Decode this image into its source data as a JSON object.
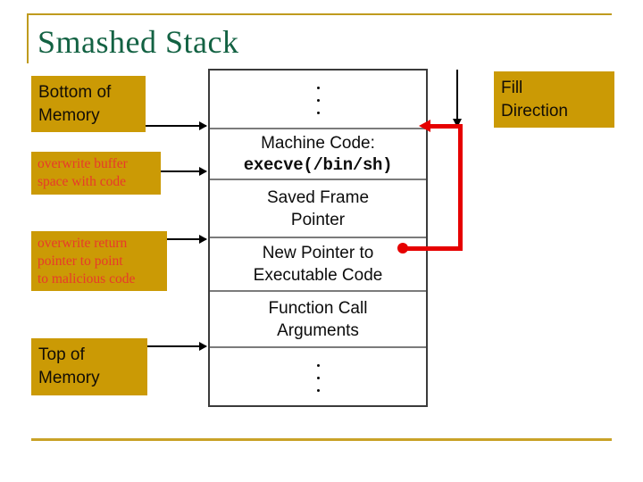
{
  "slide": {
    "title": "Smashed Stack",
    "accent_gold": "#cb9a05",
    "accent_rule": "#bf9b1e",
    "title_color": "#136243",
    "red_text_color": "#e8392b",
    "red_arrow_color": "#e60000"
  },
  "callouts": {
    "bottom_of_memory": {
      "lines": [
        "Bottom of",
        "Memory"
      ]
    },
    "overwrite_buffer": {
      "lines": [
        "overwrite buffer",
        "space with code"
      ]
    },
    "overwrite_return": {
      "lines": [
        "overwrite return",
        "pointer to point",
        "to malicious code"
      ]
    },
    "top_of_memory": {
      "lines": [
        "Top of",
        "Memory"
      ]
    },
    "fill_direction": {
      "lines": [
        "Fill",
        "Direction"
      ]
    }
  },
  "stack": {
    "rows": [
      {
        "id": "dots-top",
        "type": "dots",
        "lines": []
      },
      {
        "id": "machine-code",
        "type": "text",
        "lines": [
          "Machine Code:"
        ],
        "mono_line": "execve(/bin/sh)"
      },
      {
        "id": "saved-frame",
        "type": "text",
        "lines": [
          "Saved Frame",
          "Pointer"
        ]
      },
      {
        "id": "new-pointer",
        "type": "text",
        "lines": [
          "New Pointer to",
          "Executable Code"
        ]
      },
      {
        "id": "func-args",
        "type": "text",
        "lines": [
          "Function Call",
          "Arguments"
        ]
      },
      {
        "id": "dots-bottom",
        "type": "dots",
        "lines": []
      }
    ]
  },
  "arrows": {
    "fill_down": "down-arrow",
    "red_redirect": "red-pointer-redirect-arrow"
  }
}
